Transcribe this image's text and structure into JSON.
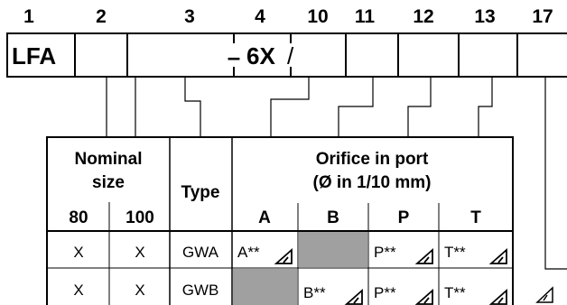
{
  "position_numbers": [
    "1",
    "2",
    "3",
    "4",
    "10",
    "11",
    "12",
    "13",
    "17"
  ],
  "code": {
    "prefix": "LFA",
    "dash": "–",
    "series": "6X",
    "slash": "/"
  },
  "table": {
    "header": {
      "nominal_size_line1": "Nominal",
      "nominal_size_line2": "size",
      "type": "Type",
      "orifice_line1": "Orifice in port",
      "orifice_line2": "(Ø in 1/10 mm)",
      "size_80": "80",
      "size_100": "100",
      "ports": [
        "A",
        "B",
        "P",
        "T"
      ]
    },
    "rows": [
      {
        "size_80": "X",
        "size_100": "X",
        "type": "GWA",
        "ports": [
          {
            "text": "A**",
            "has_marker": true,
            "shaded": false
          },
          {
            "text": "",
            "has_marker": false,
            "shaded": true
          },
          {
            "text": "P**",
            "has_marker": true,
            "shaded": false
          },
          {
            "text": "T**",
            "has_marker": true,
            "shaded": false
          }
        ]
      },
      {
        "size_80": "X",
        "size_100": "X",
        "type": "GWB",
        "ports": [
          {
            "text": "",
            "has_marker": false,
            "shaded": true
          },
          {
            "text": "B**",
            "has_marker": true,
            "shaded": false
          },
          {
            "text": "P**",
            "has_marker": true,
            "shaded": false
          },
          {
            "text": "T**",
            "has_marker": true,
            "shaded": false
          }
        ]
      }
    ]
  },
  "colors": {
    "line": "#000000",
    "shade": "#a0a0a0"
  }
}
